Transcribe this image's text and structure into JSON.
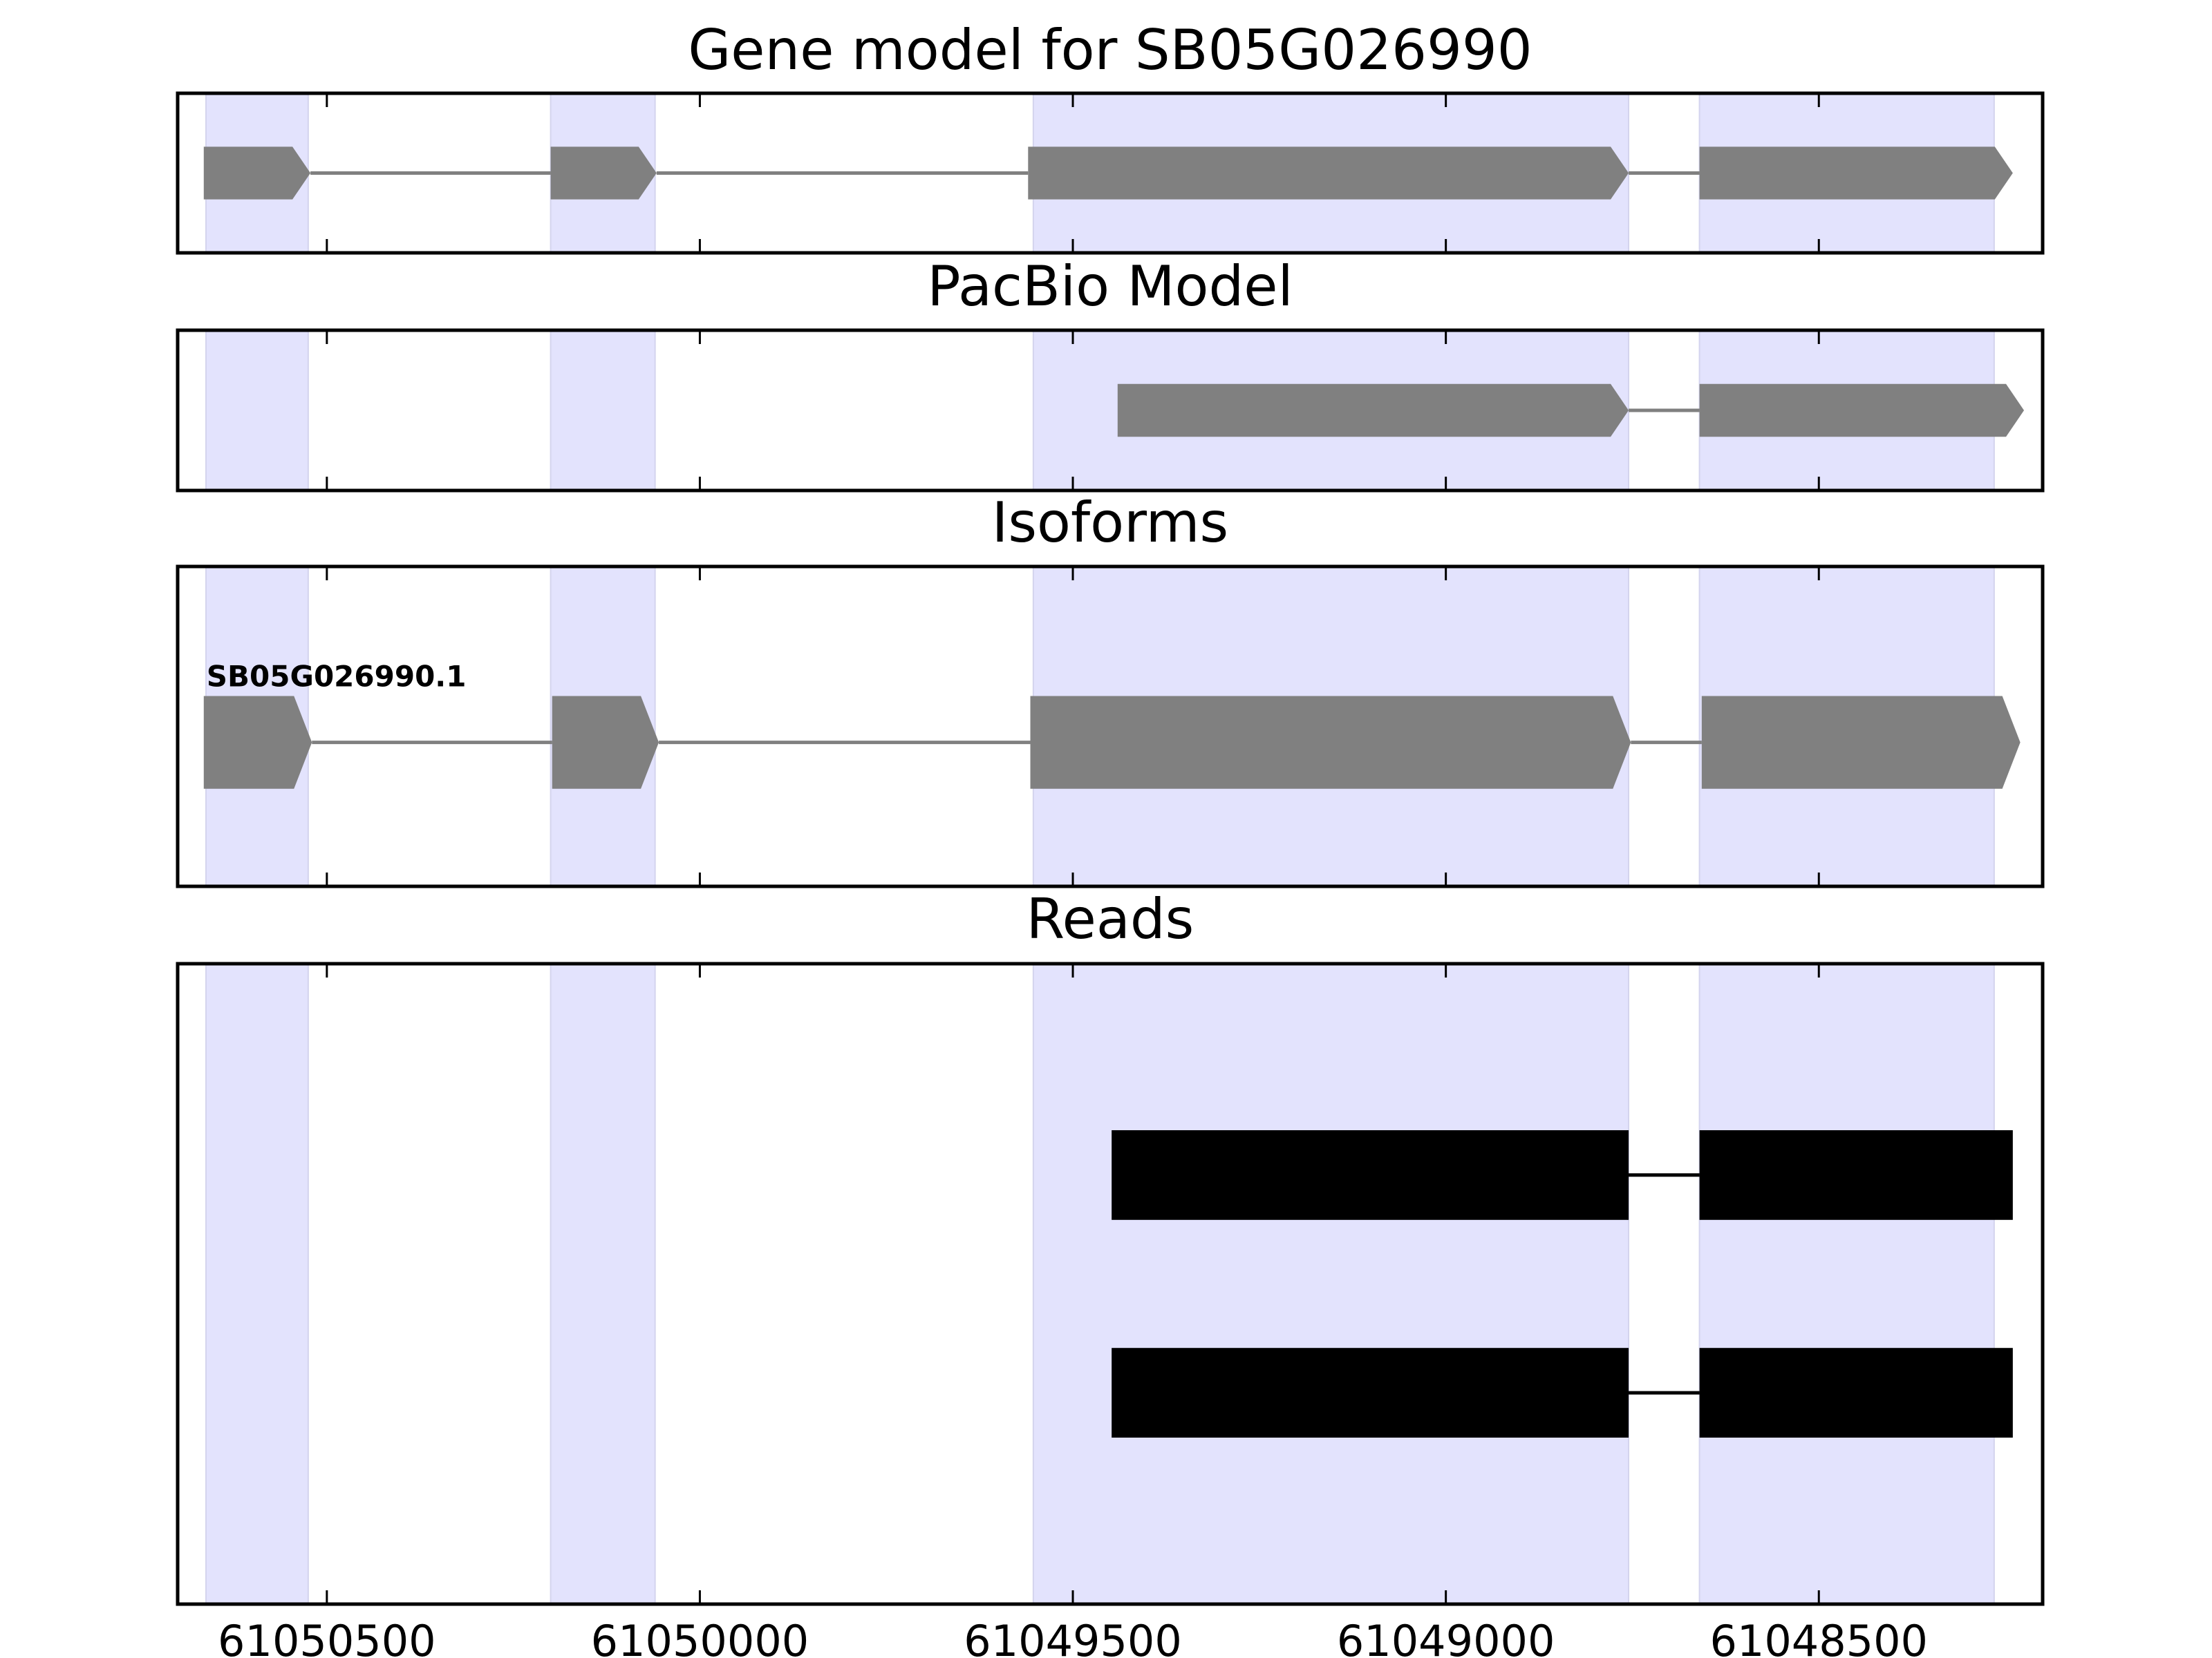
{
  "chart_data": {
    "type": "gene-track",
    "xlim": [
      61050700,
      61048200
    ],
    "x_reversed": true,
    "x_ticks": [
      61050500,
      61050000,
      61049500,
      61049000,
      61048500
    ],
    "x_tick_labels": [
      "61050500",
      "61050000",
      "61049500",
      "61049000",
      "61048500"
    ],
    "exon_highlights": [
      [
        61050662,
        61050525
      ],
      [
        61050200,
        61050060
      ],
      [
        61049553,
        61048755
      ],
      [
        61048660,
        61048265
      ]
    ],
    "colors": {
      "highlight": "#e3e3fd",
      "model": "#808080",
      "read": "#000000",
      "axis": "#000000"
    },
    "panels": [
      {
        "id": "gene-model",
        "title": "Gene model for SB05G026990",
        "tracks": [
          {
            "label": "",
            "color": "#808080",
            "strand": "-",
            "y": 0.5,
            "height": 0.33,
            "exons": [
              [
                61050665,
                61050522
              ],
              [
                61050200,
                61050058
              ],
              [
                61049560,
                61048755
              ],
              [
                61048660,
                61048240
              ]
            ]
          }
        ]
      },
      {
        "id": "pacbio-model",
        "title": "PacBio Model",
        "tracks": [
          {
            "label": "",
            "color": "#808080",
            "strand": "-",
            "y": 0.5,
            "height": 0.33,
            "exons": [
              [
                61049440,
                61048755
              ],
              [
                61048660,
                61048225
              ]
            ]
          }
        ]
      },
      {
        "id": "isoforms",
        "title": "Isoforms",
        "tracks": [
          {
            "label": "SB05G026990.1",
            "color": "#808080",
            "strand": "-",
            "y": 0.45,
            "height": 0.29,
            "exons": [
              [
                61050665,
                61050520
              ],
              [
                61050198,
                61050055
              ],
              [
                61049557,
                61048752
              ],
              [
                61048657,
                61048230
              ]
            ]
          }
        ]
      },
      {
        "id": "reads",
        "title": "Reads",
        "tracks": [
          {
            "label": "",
            "color": "#000000",
            "strand": "",
            "y": 0.67,
            "height": 0.14,
            "exons": [
              [
                61049448,
                61048755
              ],
              [
                61048660,
                61048240
              ]
            ]
          },
          {
            "label": "",
            "color": "#000000",
            "strand": "",
            "y": 0.33,
            "height": 0.14,
            "exons": [
              [
                61049448,
                61048755
              ],
              [
                61048660,
                61048240
              ]
            ]
          }
        ]
      }
    ]
  }
}
